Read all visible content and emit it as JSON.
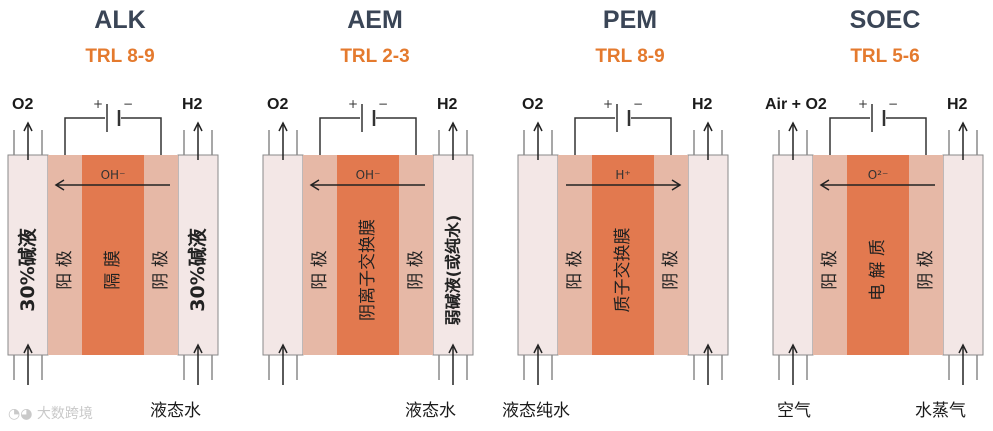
{
  "panels": [
    {
      "title": "ALK",
      "trl": "TRL 8-9",
      "gas_left": "O2",
      "gas_right": "H2",
      "ion": "OH⁻",
      "ion_direction": "left",
      "left_channel": "30%碱液",
      "layers": [
        "阳 极",
        "隔 膜",
        "阴 极"
      ],
      "right_channel": "30%碱液",
      "feed_left": "",
      "feed_right": "液态水"
    },
    {
      "title": "AEM",
      "trl": "TRL 2-3",
      "gas_left": "O2",
      "gas_right": "H2",
      "ion": "OH⁻",
      "ion_direction": "left",
      "left_channel": "",
      "layers": [
        "阳 极",
        "阴离子交换膜",
        "阴 极"
      ],
      "right_channel": "弱碱液(或纯水)",
      "feed_left": "",
      "feed_right": "液态水"
    },
    {
      "title": "PEM",
      "trl": "TRL 8-9",
      "gas_left": "O2",
      "gas_right": "H2",
      "ion": "H⁺",
      "ion_direction": "right",
      "left_channel": "",
      "layers": [
        "阳 极",
        "质子交换膜",
        "阴 极"
      ],
      "right_channel": "",
      "feed_left": "液态纯水",
      "feed_right": ""
    },
    {
      "title": "SOEC",
      "trl": "TRL 5-6",
      "gas_left": "Air + O2",
      "gas_right": "H2",
      "ion": "O²⁻",
      "ion_direction": "left",
      "left_channel": "",
      "layers": [
        "阳 极",
        "电 解 质",
        "阴 极"
      ],
      "right_channel": "",
      "feed_left": "空气",
      "feed_right": "水蒸气"
    }
  ],
  "battery": {
    "plus": "+",
    "minus": "−"
  },
  "watermark": "大数跨境",
  "colors": {
    "title": "#3a4556",
    "trl": "#e47a2e",
    "electrode": "#e6b8a6",
    "membrane": "#e2794f",
    "channel": "#f3e7e6",
    "outline": "#8a8a8a"
  }
}
